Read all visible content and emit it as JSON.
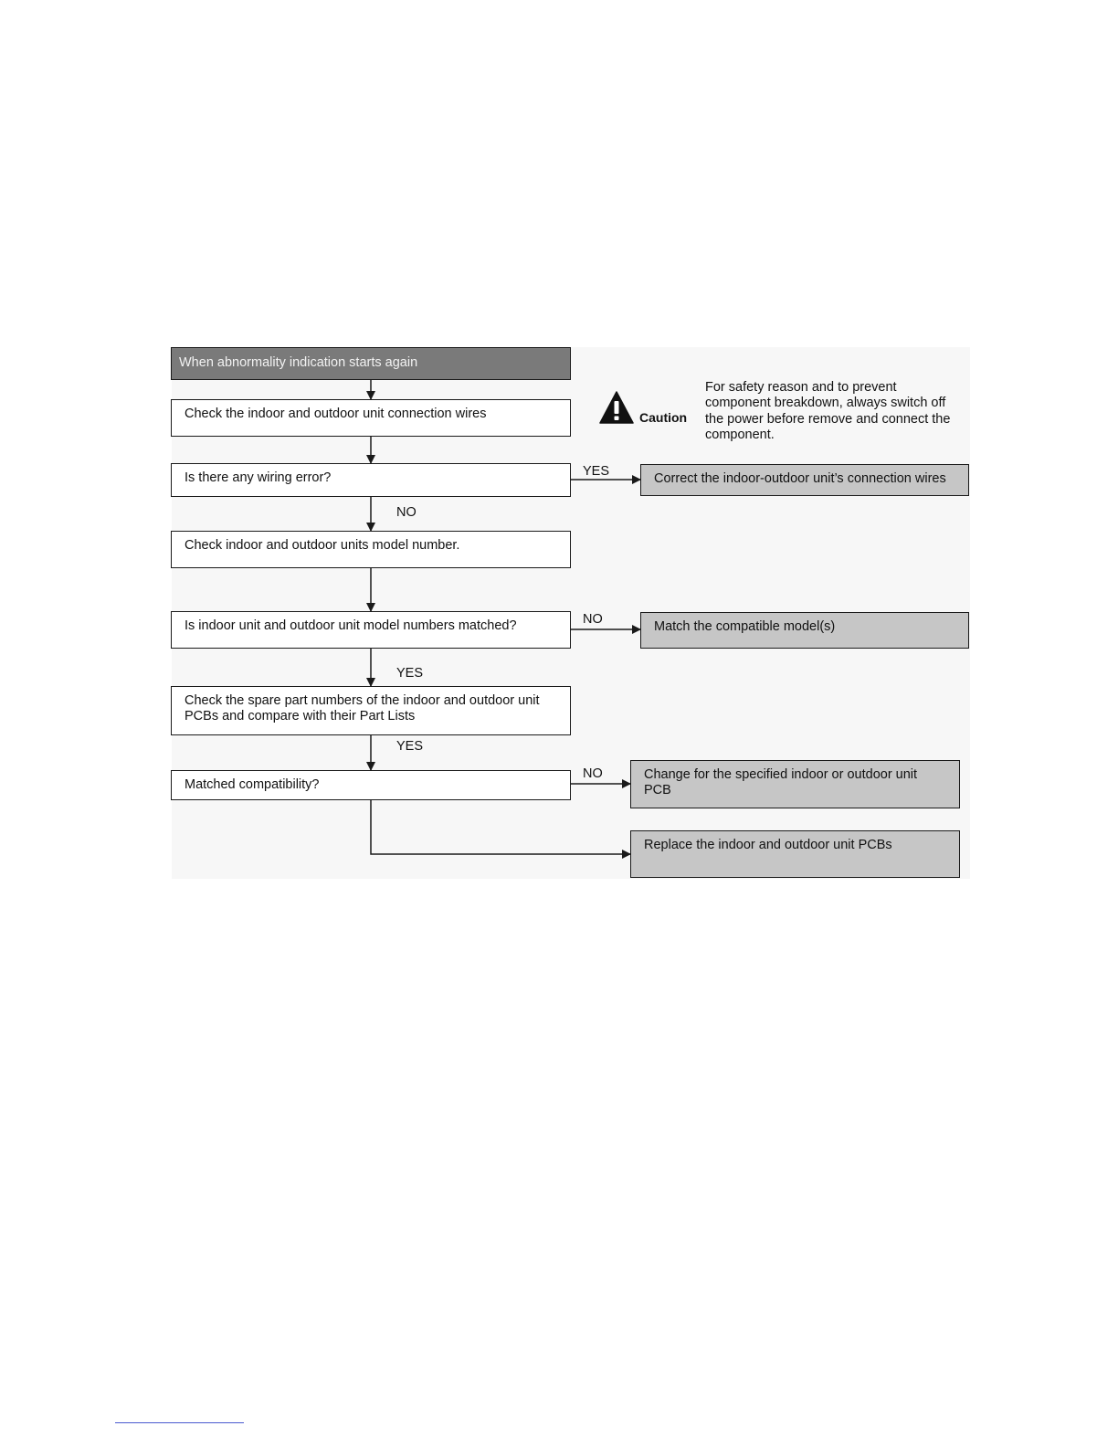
{
  "flowchart": {
    "start": "When abnormality indication starts again",
    "steps": [
      "Check the indoor and outdoor unit connection wires",
      "Is there any wiring error?",
      "Check indoor and outdoor units model number.",
      "Is indoor unit and outdoor unit model numbers matched?",
      "Check the spare part numbers of the indoor and outdoor unit PCBs and compare with their Part Lists",
      "Matched compatibility?"
    ],
    "actions": [
      "Correct the indoor-outdoor unit’s connection wires",
      "Match the compatible model(s)",
      "Change for the specified indoor or outdoor unit PCB",
      "Replace the indoor and outdoor unit PCBs"
    ],
    "edge_labels": {
      "wiring_yes": "YES",
      "wiring_no": "NO",
      "model_no": "NO",
      "model_yes": "YES",
      "spare_yes": "YES",
      "compat_no": "NO"
    }
  },
  "caution": {
    "icon": "warning-triangle-icon",
    "label": "Caution",
    "text": "For safety reason and to prevent component breakdown, always switch off the power before remove and connect the component."
  },
  "colors": {
    "start_fill": "#7a7a7a",
    "action_fill": "#c6c6c6",
    "line": "#1a1a1a"
  }
}
